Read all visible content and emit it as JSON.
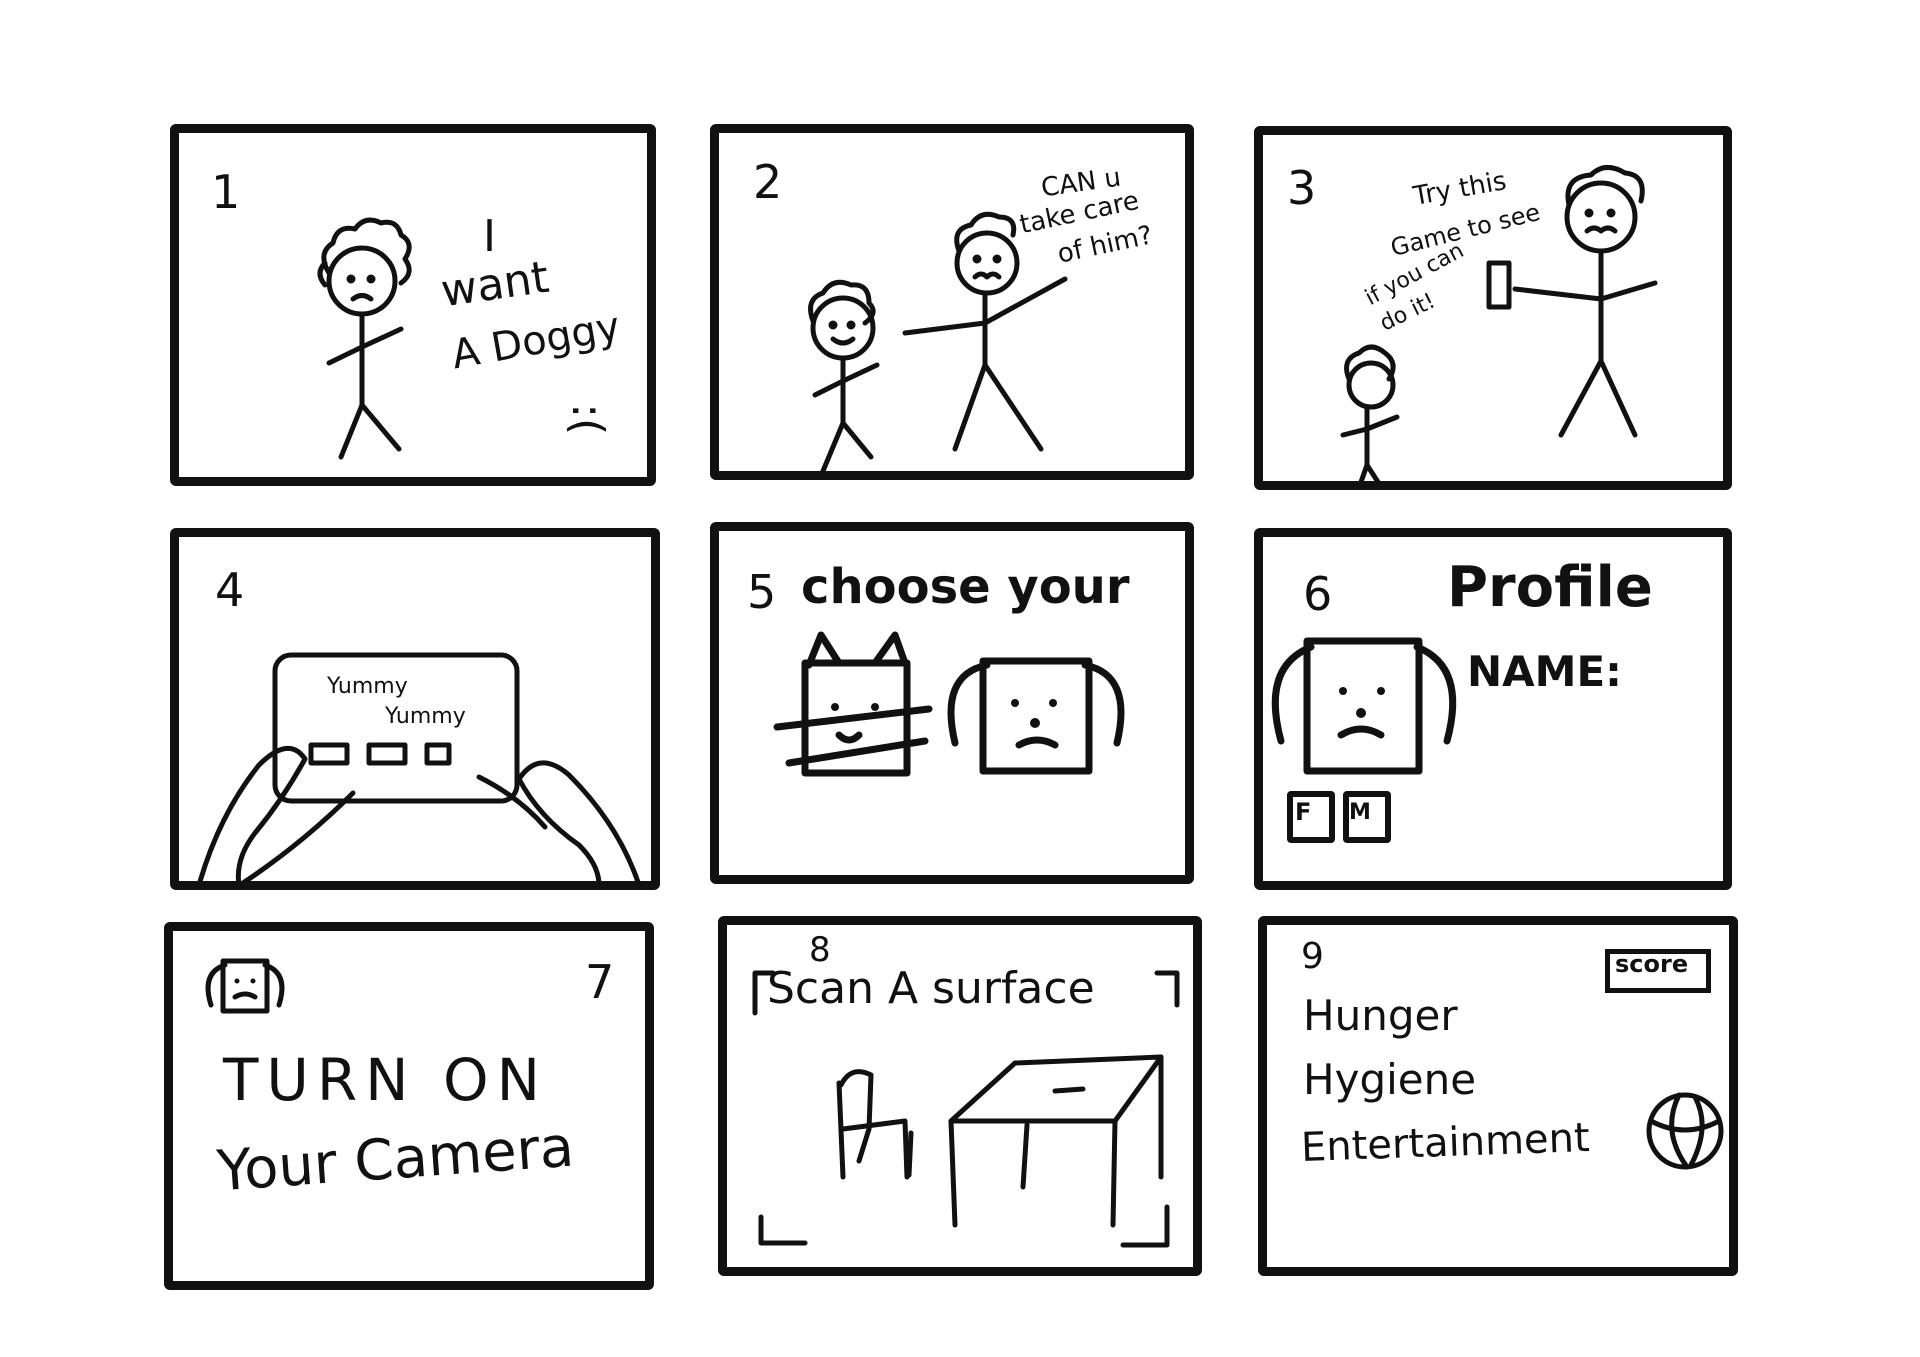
{
  "panels": [
    {
      "number": "1",
      "text": [
        "I",
        "want",
        "A Doggy"
      ],
      "face": ":("
    },
    {
      "number": "2",
      "text": [
        "CAN u",
        "take care",
        "of him?"
      ]
    },
    {
      "number": "3",
      "text": [
        "Try this",
        "Game to see",
        "if you can",
        "do it!"
      ]
    },
    {
      "number": "4",
      "text": [
        "Yummy",
        "Yummy"
      ]
    },
    {
      "number": "5",
      "text": [
        "choose your"
      ]
    },
    {
      "number": "6",
      "title": "Profile",
      "label": "NAME:",
      "buttons": [
        "F",
        "M"
      ]
    },
    {
      "number": "7",
      "text": [
        "TURN ON",
        "Your Camera"
      ]
    },
    {
      "number": "8",
      "text": [
        "Scan A surface"
      ]
    },
    {
      "number": "9",
      "stats": [
        "Hunger",
        "Hygiene",
        "Entertainment"
      ],
      "score_label": "score"
    }
  ]
}
